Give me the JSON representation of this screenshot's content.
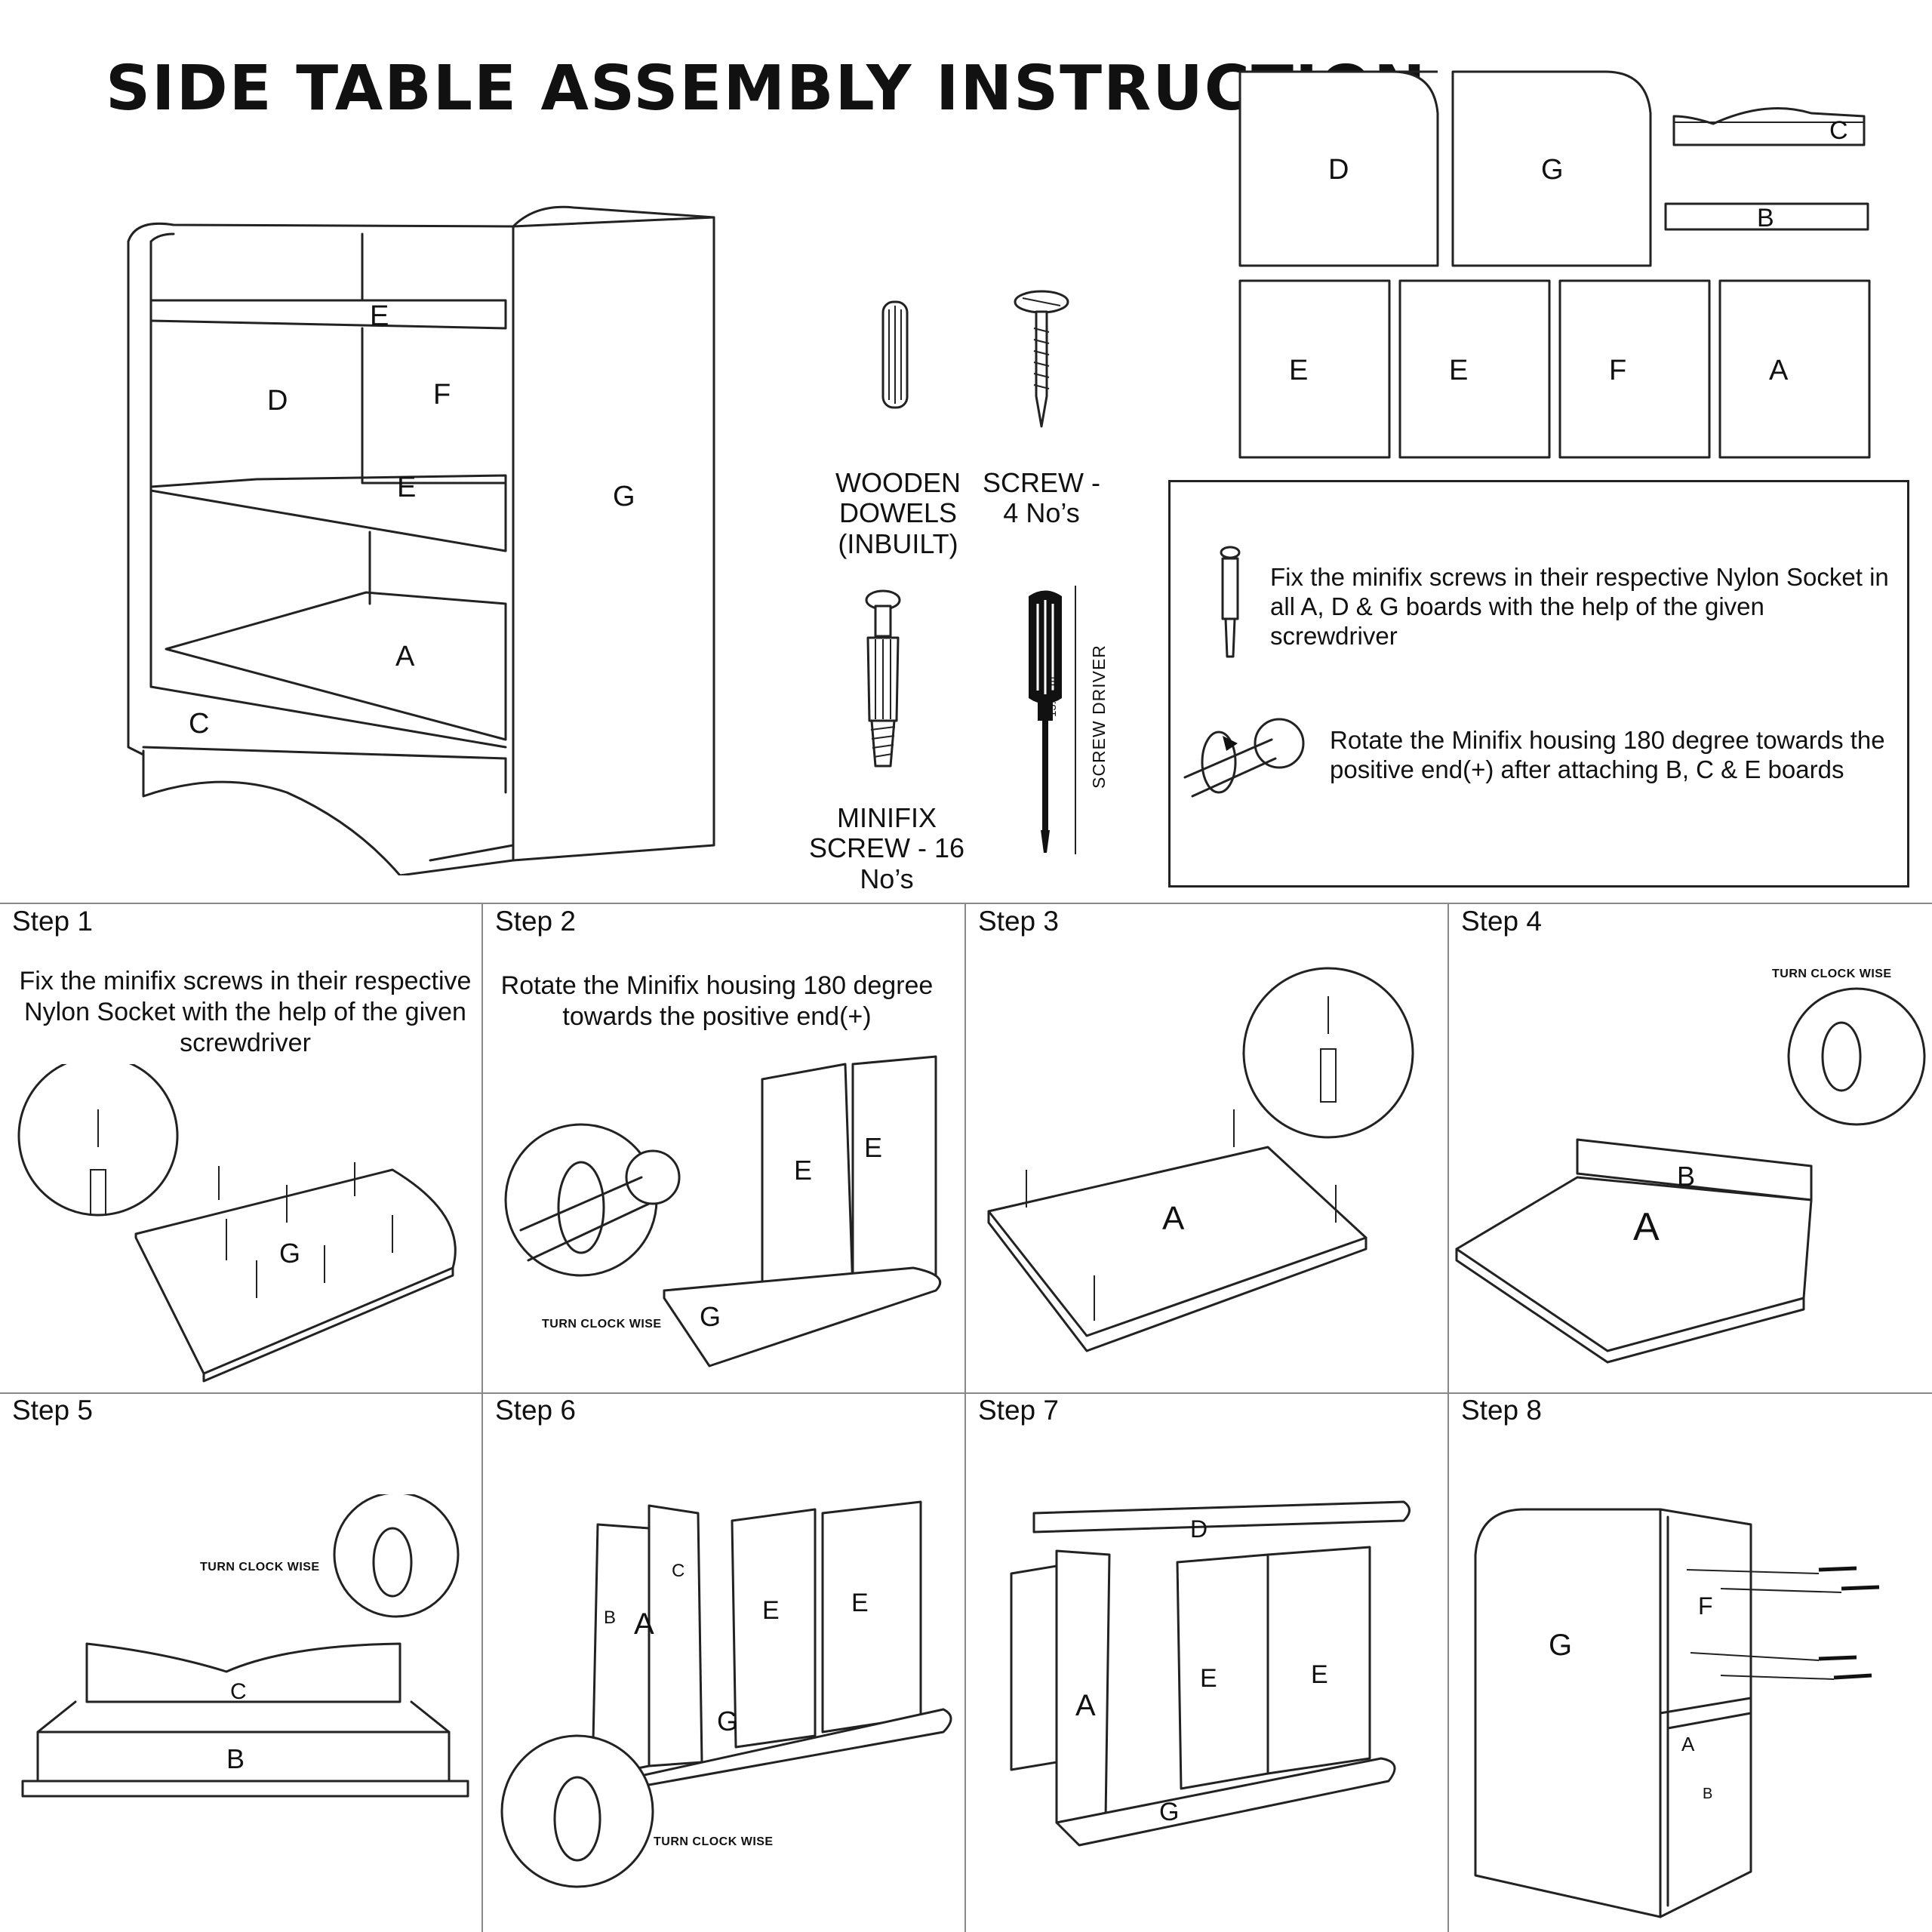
{
  "title": "SIDE TABLE ASSEMBLY INSTRUCTION",
  "overview_labels": {
    "E_top": "E",
    "D": "D",
    "F": "F",
    "E_mid": "E",
    "G": "G",
    "A": "A",
    "C": "C"
  },
  "hardware": {
    "dowels": "WOODEN DOWELS (INBUILT)",
    "screw": "SCREW - 4 No’s",
    "minifix": "MINIFIX SCREW - 16 No’s",
    "screwdriver": "SCREW DRIVER",
    "screwdriver_size": "13.5 cm"
  },
  "boards": [
    "D",
    "G",
    "C",
    "B",
    "E",
    "E",
    "F",
    "A"
  ],
  "instructions": [
    "Fix the minifix screws in their respective Nylon Socket in all A, D & G boards with the help of the given screwdriver",
    "Rotate the Minifix housing 180 degree towards the positive end(+) after attaching B, C & E boards"
  ],
  "steps": [
    {
      "title": "Step 1",
      "text": "Fix the minifix screws in their respective Nylon Socket with the help of the given screwdriver",
      "labels": [
        "G"
      ]
    },
    {
      "title": "Step 2",
      "text": "Rotate the Minifix housing 180 degree towards the positive end(+)",
      "note": "TURN CLOCK WISE",
      "labels": [
        "E",
        "E",
        "G"
      ]
    },
    {
      "title": "Step 3",
      "labels": [
        "A"
      ]
    },
    {
      "title": "Step 4",
      "note": "TURN CLOCK WISE",
      "labels": [
        "B",
        "A"
      ]
    },
    {
      "title": "Step 5",
      "note": "TURN CLOCK WISE",
      "labels": [
        "C",
        "B"
      ]
    },
    {
      "title": "Step 6",
      "note": "TURN CLOCK WISE",
      "labels": [
        "B",
        "A",
        "C",
        "E",
        "E",
        "G"
      ]
    },
    {
      "title": "Step 7",
      "labels": [
        "D",
        "A",
        "E",
        "E",
        "G"
      ]
    },
    {
      "title": "Step 8",
      "labels": [
        "G",
        "F",
        "A",
        "B"
      ]
    }
  ]
}
